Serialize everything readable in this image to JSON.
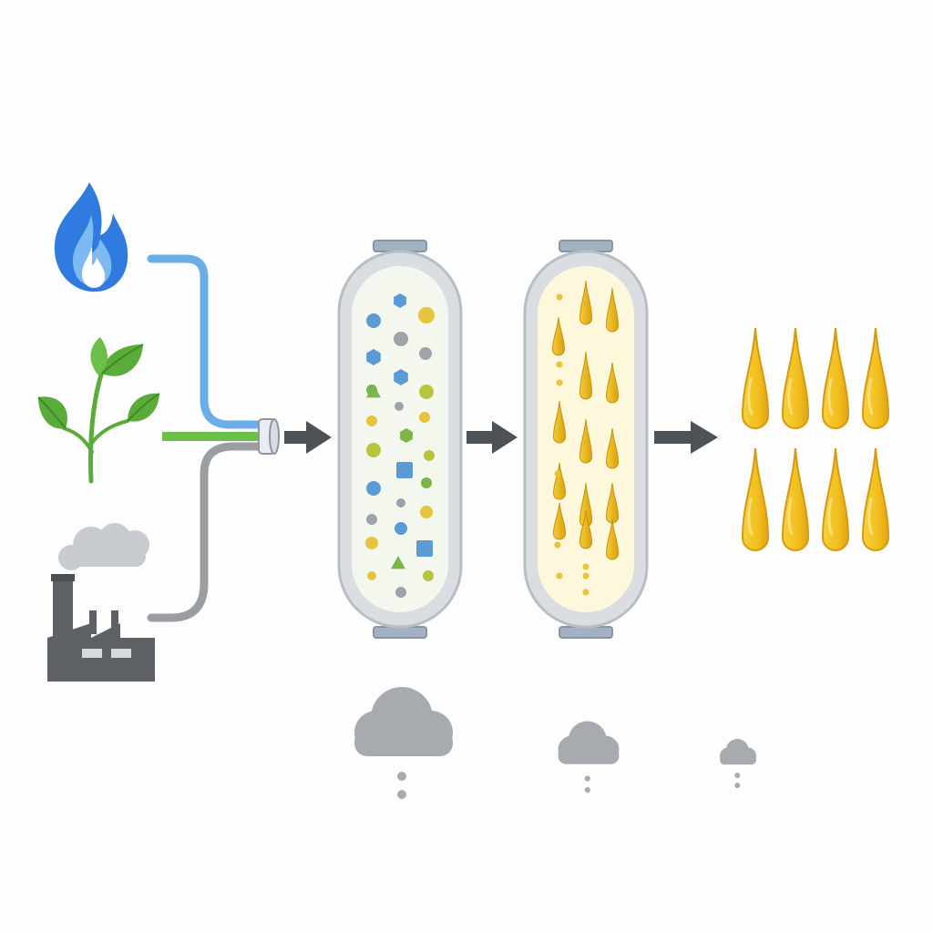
{
  "diagram": {
    "kind": "feedstock-to-fuel process",
    "inputs": [
      {
        "icon": "flame-icon",
        "color": "#2f7be0"
      },
      {
        "icon": "plant-sprout-icon",
        "color": "#5aac3a"
      },
      {
        "icon": "factory-smoke-icon",
        "color": "#5d6166"
      }
    ],
    "pipe_colors": {
      "gas": "#6aaee8",
      "bio": "#6cc04a",
      "industrial": "#9a9da2"
    },
    "stages": [
      {
        "name": "reactor-1",
        "fill": "#f3f7ee",
        "particle_colors": [
          "#5b9bd5",
          "#e8c43c",
          "#7ab648",
          "#a0a3a8",
          "#b8c53c"
        ]
      },
      {
        "name": "reactor-2",
        "fill": "#fdf7dc",
        "droplet_color": "#e5b620"
      }
    ],
    "output": {
      "droplets": 8,
      "color": "#f3c21f",
      "outline": "#d49a12"
    },
    "emissions": [
      {
        "stage": "reactor-1",
        "size": "large",
        "color": "#a7abb0"
      },
      {
        "stage": "reactor-2",
        "size": "medium",
        "color": "#a7abb0"
      },
      {
        "stage": "output",
        "size": "small",
        "color": "#a7abb0"
      }
    ],
    "arrow_color": "#4d5257",
    "vessel_color": "#b9bec4"
  }
}
